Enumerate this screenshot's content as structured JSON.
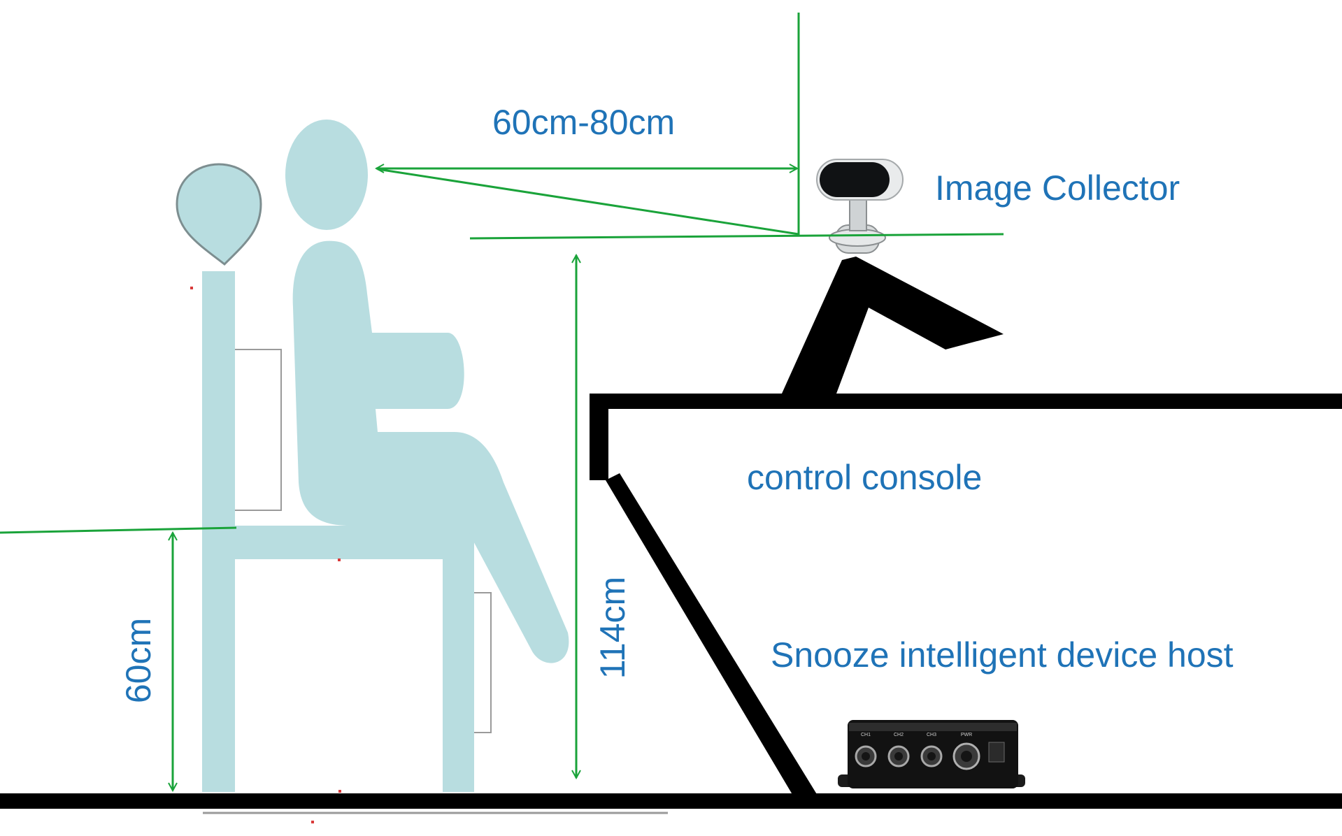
{
  "labels": {
    "distance": "60cm-80cm",
    "image_collector": "Image Collector",
    "control_console": "control console",
    "device_host": "Snooze intelligent device host",
    "seat_height": "60cm",
    "camera_height": "114cm"
  },
  "colors": {
    "label": "#1f73b7",
    "figure": "#b8dde0",
    "guide": "#1aa33a",
    "structure": "#000000",
    "outline": "#9a9a9a"
  }
}
